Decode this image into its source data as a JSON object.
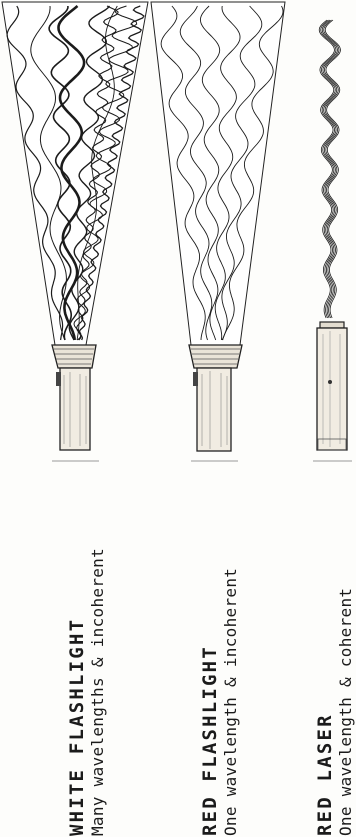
{
  "panels": [
    {
      "id": "white-flashlight",
      "title": "WHITE FLASHLIGHT",
      "subtitle": "Many wavelengths & incoherent"
    },
    {
      "id": "red-flashlight",
      "title": "RED FLASHLIGHT",
      "subtitle": "One wavelength & incoherent"
    },
    {
      "id": "red-laser",
      "title": "RED LASER",
      "subtitle": "One wavelength & coherent"
    }
  ],
  "colors": {
    "ink": "#1b1b1b",
    "paper": "#fdfdfb",
    "wood": "#f1ece2"
  },
  "icons": [
    "flashlight-white",
    "flashlight-red",
    "laser-pointer",
    "light-beam-cone",
    "light-waves"
  ]
}
